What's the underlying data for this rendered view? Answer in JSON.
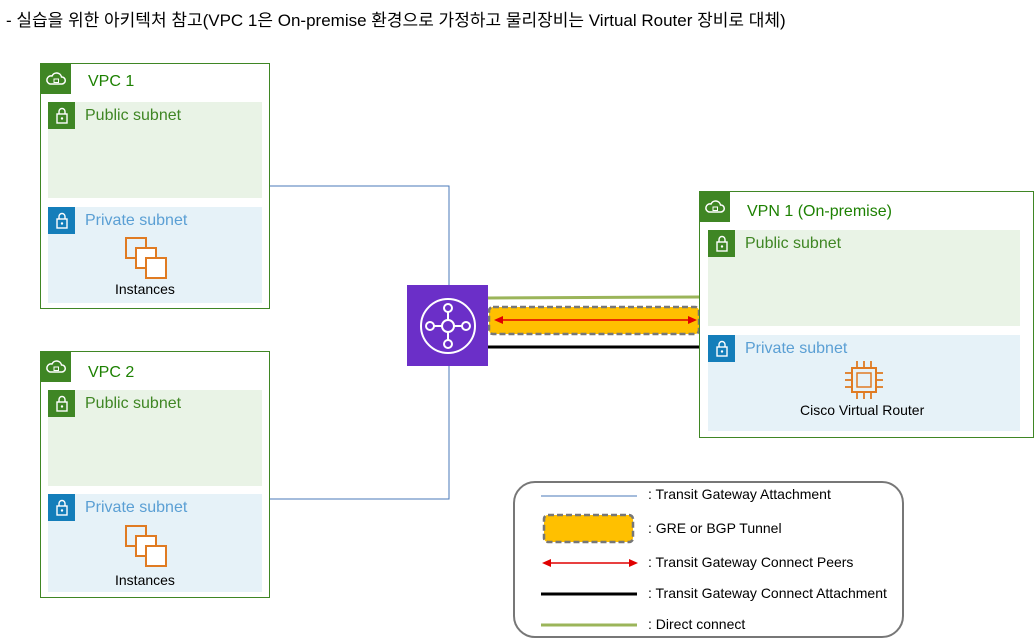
{
  "title": "- 실습을 위한 아키텍처 참고(VPC 1은 On-premise 환경으로 가정하고 물리장비는 Virtual Router 장비로 대체)",
  "vpc1": {
    "label": "VPC 1",
    "public_subnet": "Public subnet",
    "private_subnet": "Private subnet",
    "resource_label": "Instances",
    "resource_icon": "instances-icon"
  },
  "vpc2": {
    "label": "VPC 2",
    "public_subnet": "Public subnet",
    "private_subnet": "Private subnet",
    "resource_label": "Instances",
    "resource_icon": "instances-icon"
  },
  "vpn1": {
    "label": "VPN 1 (On-premise)",
    "public_subnet": "Public subnet",
    "private_subnet": "Private subnet",
    "resource_label": "Cisco Virtual Router",
    "resource_icon": "chip-icon"
  },
  "hub": {
    "icon": "transit-gateway-icon"
  },
  "legend": {
    "tgw_attachment": ": Transit Gateway Attachment",
    "gre_bgp_tunnel": ": GRE or BGP Tunnel",
    "connect_peers": ": Transit Gateway Connect Peers",
    "connect_attachment": ": Transit Gateway Connect Attachment",
    "direct_connect": ": Direct connect"
  },
  "colors": {
    "vpc_border": "#3f8624",
    "public_fill": "#e9f3e6",
    "private_fill": "#e6f2f8",
    "private_badge": "#147eba",
    "tgw_purple": "#6b2fc8",
    "attachment_line": "#4a7ab8",
    "tunnel_fill": "#ffc000",
    "peers_line": "#e00000",
    "direct_connect_line": "#9bb55a",
    "instance_orange": "#e07b22"
  }
}
